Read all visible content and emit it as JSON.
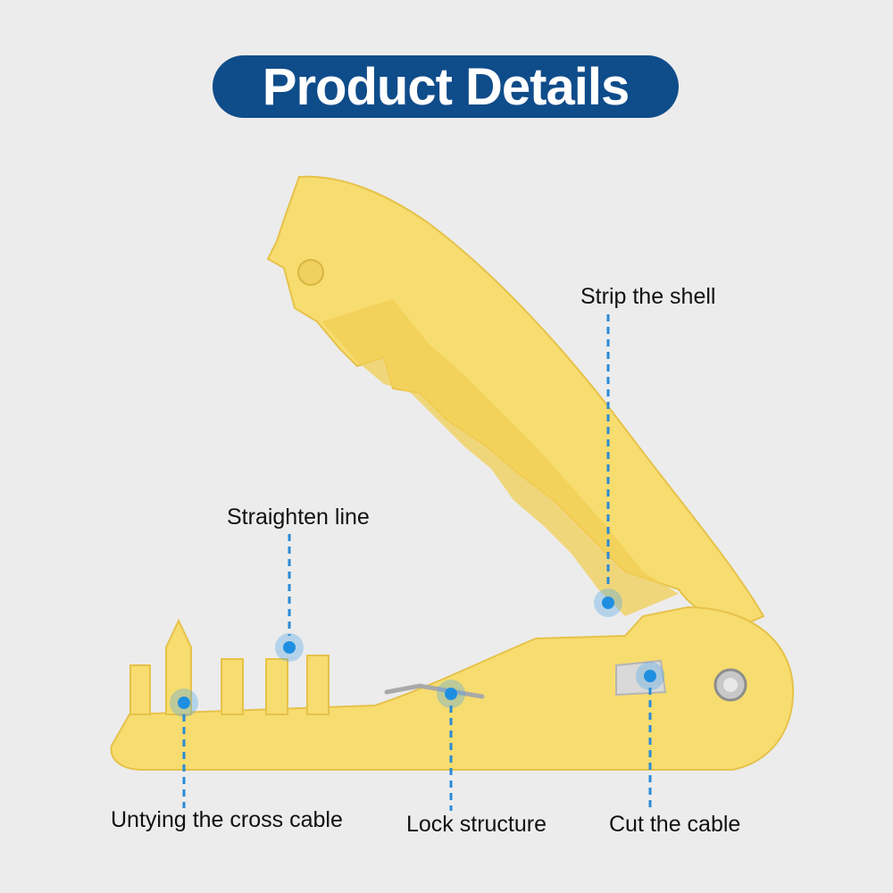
{
  "header": {
    "title": "Product Details"
  },
  "colors": {
    "title_background": "#0f4c8a",
    "page_background": "#ececec",
    "tool_body": "#f7dc6f",
    "tool_shadow": "#e8c34c",
    "callout_line": "#2a8ad6",
    "callout_dot": "#1e8fe0"
  },
  "callouts": {
    "strip_shell": "Strip the shell",
    "straighten_line": "Straighten line",
    "untying_cross_cable": "Untying the cross cable",
    "lock_structure": "Lock structure",
    "cut_cable": "Cut the cable"
  }
}
